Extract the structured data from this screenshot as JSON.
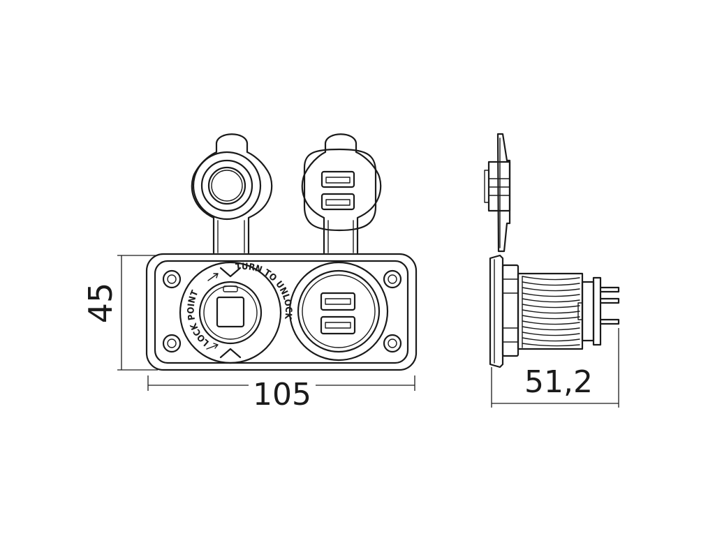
{
  "dimensions": {
    "height": "45",
    "width": "105",
    "depth": "51,2"
  },
  "socket_labels": {
    "lock": "LOCK POINT",
    "unlock": "TURN TO UNLOCK"
  }
}
